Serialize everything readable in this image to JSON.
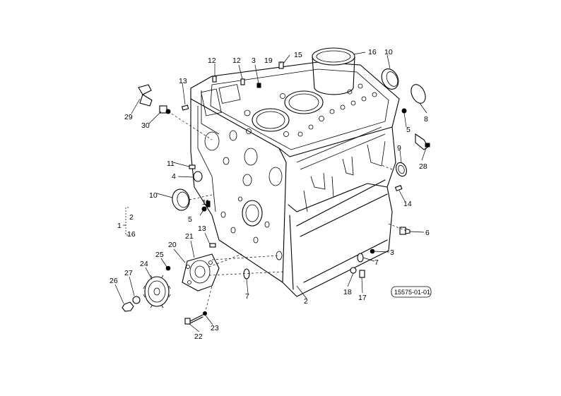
{
  "callouts": {
    "c1": "1",
    "c2": "2",
    "c3": "3",
    "c4": "4",
    "c5": "5",
    "c6": "6",
    "c7": "7",
    "c8": "8",
    "c9": "9",
    "c10": "10",
    "c11": "11",
    "c12": "12",
    "c13": "13",
    "c14": "14",
    "c15": "15",
    "c16": "16",
    "c17": "17",
    "c18": "18",
    "c19": "19",
    "c20": "20",
    "c21": "21",
    "c22": "22",
    "c23": "23",
    "c24": "24",
    "c25": "25",
    "c26": "26",
    "c27": "27",
    "c28": "28",
    "c29": "29",
    "c30": "30"
  },
  "drawing_code": "15575-01-01"
}
